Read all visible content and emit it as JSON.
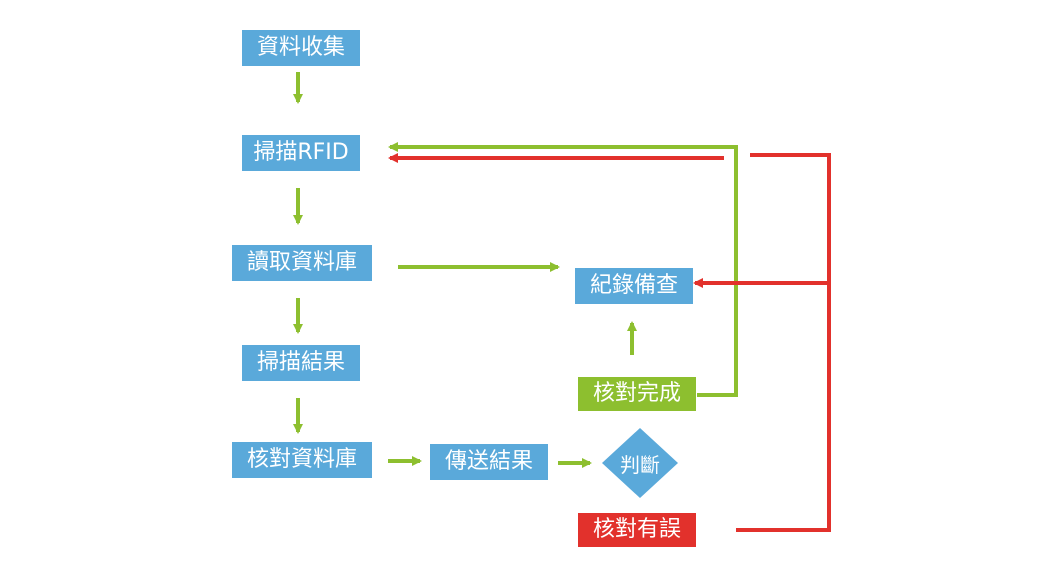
{
  "nodes": {
    "collect": "資料收集",
    "scan_rfid": "掃描RFID",
    "read_db": "讀取資料庫",
    "scan_result": "掃描結果",
    "check_db": "核對資料庫",
    "send_result": "傳送結果",
    "judge": "判斷",
    "record": "紀錄備查",
    "check_done": "核對完成",
    "check_error": "核對有誤"
  },
  "colors": {
    "box_blue": "#5aa9da",
    "ok_green": "#8dbf2f",
    "error_red": "#e2312c"
  }
}
